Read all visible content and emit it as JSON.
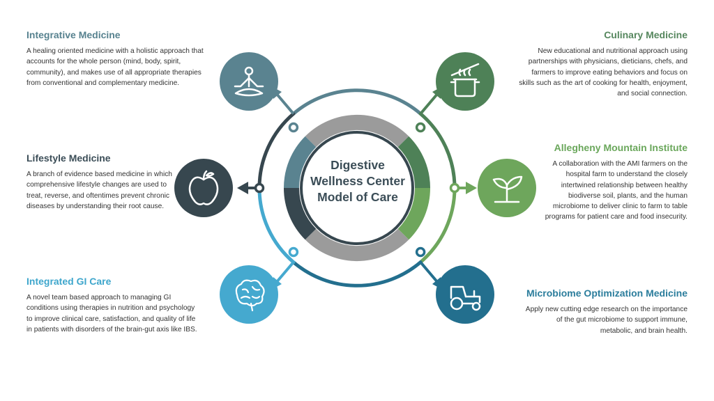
{
  "center": {
    "title": "Digestive Wellness Center Model of Care"
  },
  "blocks": {
    "integrative": {
      "title": "Integrative Medicine",
      "text": "A healing oriented medicine with a holistic approach that accounts for the whole person (mind, body, spirit, community), and makes use of all appropriate therapies from conventional and complementary medicine."
    },
    "lifestyle": {
      "title": "Lifestyle Medicine",
      "text": "A branch of evidence based medicine in which comprehensive lifestyle changes are used to treat, reverse, and oftentimes prevent chronic diseases by understanding their root cause."
    },
    "gi": {
      "title": "Integrated GI Care",
      "text": "A novel team based approach to managing GI conditions using therapies in nutrition and psychology to improve clinical care, satisfaction, and quality of life in patients with disorders of the brain-gut axis like IBS."
    },
    "culinary": {
      "title": "Culinary Medicine",
      "text": "New educational and nutritional approach using partnerships with physicians, dieticians, chefs, and farmers to improve eating behaviors and focus on skills such as the art of cooking for health, enjoyment, and social connection."
    },
    "ami": {
      "title": "Allegheny Mountain Institute",
      "text": "A collaboration with the AMI farmers on the hospital farm to understand the closely intertwined relationship between healthy biodiverse soil, plants, and the human microbiome to deliver clinic to farm to table programs for patient care and food insecurity."
    },
    "microbiome": {
      "title": "Microbiome Optimization Medicine",
      "text": "Apply new cutting edge research on the importance of the gut microbiome to support immune, metabolic, and brain health."
    }
  },
  "icons": {
    "integrative": "meditation-icon",
    "lifestyle": "apple-icon",
    "gi": "brain-icon",
    "culinary": "cooking-pot-icon",
    "ami": "sprout-icon",
    "microbiome": "tractor-icon"
  },
  "colors": {
    "integrative": "#5a8390",
    "lifestyle": "#37474f",
    "gi": "#45a9cf",
    "culinary": "#4e8157",
    "ami": "#6ea65c",
    "microbiome": "#236f8e",
    "center_ring": "#9b9b9b"
  }
}
